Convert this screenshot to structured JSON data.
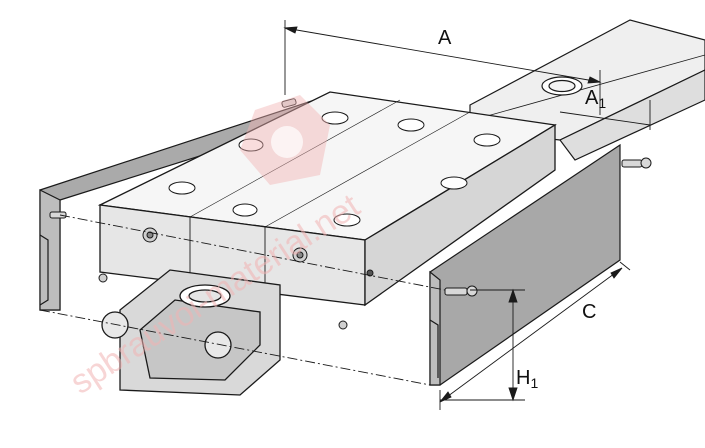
{
  "labels": {
    "A": "A",
    "A1_main": "A",
    "A1_sub": "1",
    "C": "C",
    "H1_main": "H",
    "H1_sub": "1"
  },
  "watermark": {
    "text": "spbrauvoi-material.net"
  },
  "colors": {
    "metal_light": "#f4f4f4",
    "metal_mid": "#e2e2e2",
    "metal_dark": "#b8b8b8",
    "seal_gray": "#a9a9a9",
    "watermark": "#f2b3b3",
    "line": "#1a1a1a"
  }
}
